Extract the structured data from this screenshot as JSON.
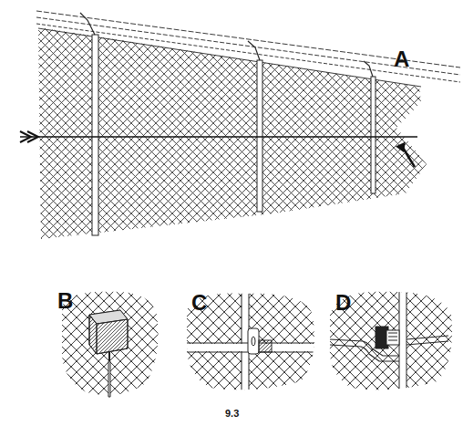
{
  "diagram": {
    "caption": "9.3",
    "labels": [
      "A",
      "B",
      "C",
      "D"
    ]
  }
}
